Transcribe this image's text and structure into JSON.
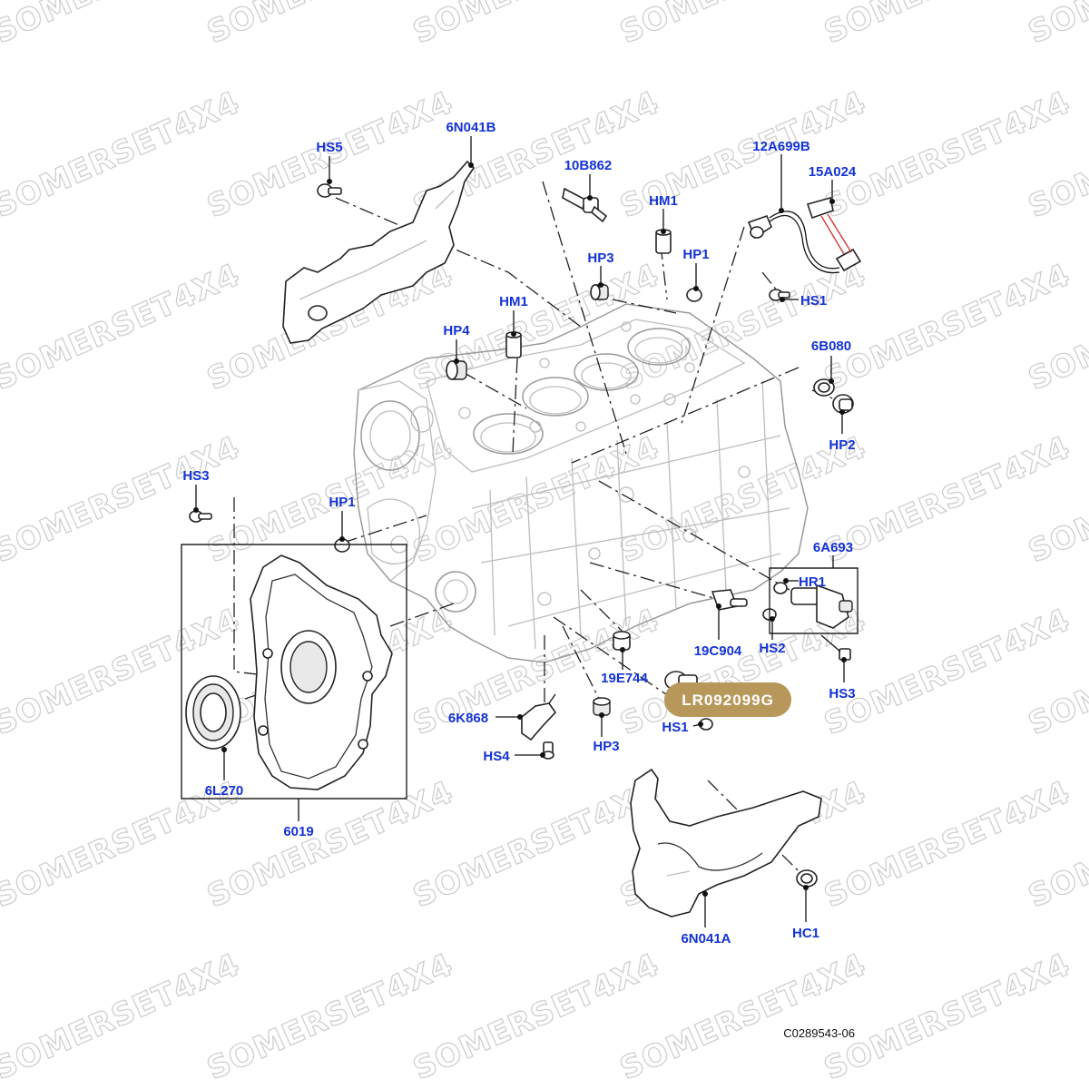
{
  "watermark": {
    "text": "SOMERSET4X4"
  },
  "highlight": {
    "part_number": "LR092099G",
    "color": "#b8975a"
  },
  "diagram_code": "C0289543-06",
  "label_color": "#1433d6",
  "callouts": {
    "hs5": "HS5",
    "n6n041b": "6N041B",
    "n10b862": "10B862",
    "hm1_top": "HM1",
    "n12a699b": "12A699B",
    "n15a024": "15A024",
    "hp3_top": "HP3",
    "hp1_top": "HP1",
    "hs1_top": "HS1",
    "hm1_mid": "HM1",
    "hp4": "HP4",
    "n6b080": "6B080",
    "hp2": "HP2",
    "hs3_left": "HS3",
    "hp1_left": "HP1",
    "n6a693": "6A693",
    "hr1": "HR1",
    "n19c904": "19C904",
    "hs2": "HS2",
    "hs3_right": "HS3",
    "n19e744": "19E744",
    "n6k868": "6K868",
    "hs1_bottom": "HS1",
    "hs4": "HS4",
    "hp3_bottom": "HP3",
    "n6l270": "6L270",
    "n6019": "6019",
    "n6n041a": "6N041A",
    "hc1": "HC1"
  }
}
